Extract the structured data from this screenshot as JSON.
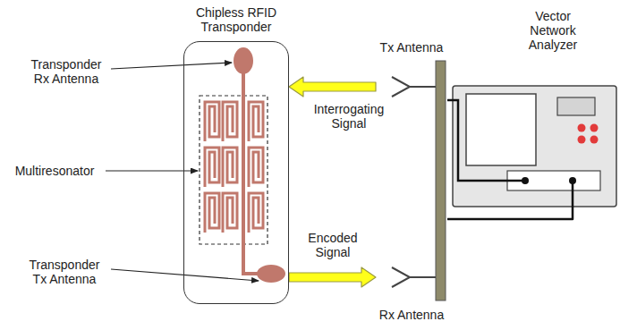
{
  "diagram": {
    "nodes": [
      {
        "text": [
          "Chipless RFID Transponder"
        ]
      },
      {
        "text": [
          "Tx Antenna"
        ]
      },
      {
        "text": [
          "Vector Network Analyzer"
        ]
      },
      {
        "text": [
          "Rx Antenna"
        ]
      }
    ],
    "edges": [
      {
        "from": 1,
        "to": 0,
        "arrow": "to",
        "label": "Interrogating Signal"
      },
      {
        "from": 0,
        "to": 3,
        "arrow": "to",
        "label": "Encoded Signal"
      },
      {
        "from": 2,
        "to": 1,
        "arrow": "none"
      },
      {
        "from": 2,
        "to": 3,
        "arrow": "none"
      }
    ],
    "labels": [
      "Transponder Rx Antenna",
      "Multiresonator",
      "Transponder Tx Antenna"
    ]
  }
}
